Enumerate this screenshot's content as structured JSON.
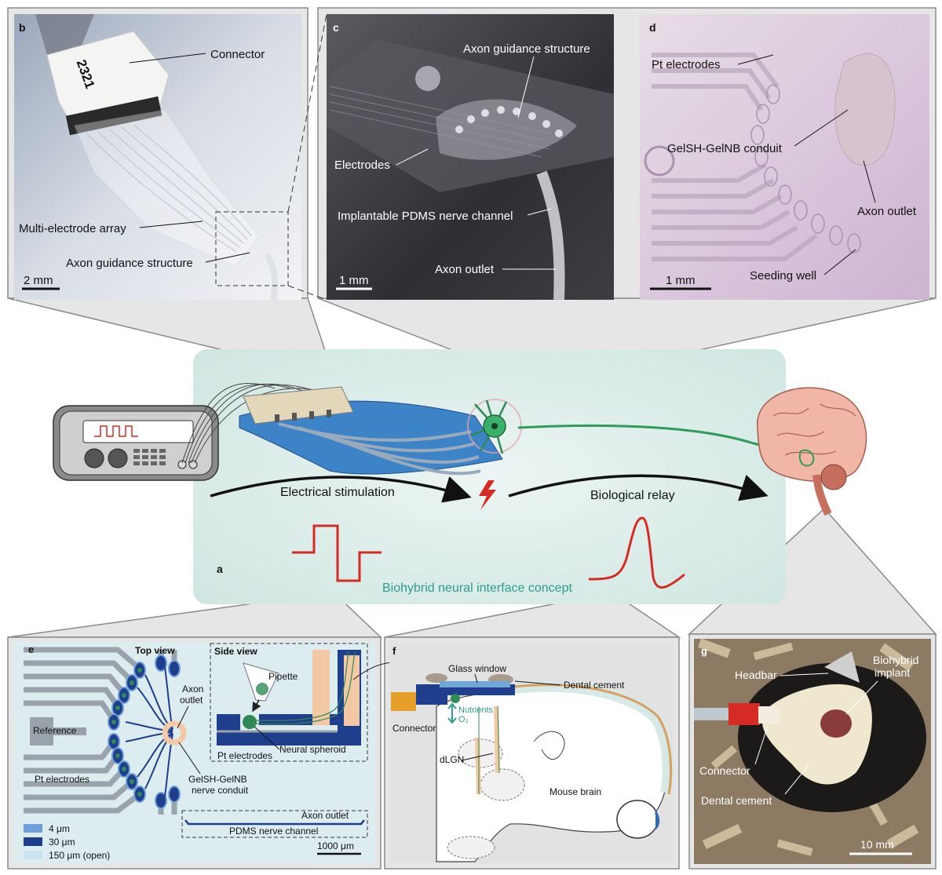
{
  "colors": {
    "panel_bg": "#e6e6e6",
    "panel_border": "#8a8a8a",
    "concept_bg": "#d9ece8",
    "teal": "#2f9c8e",
    "red": "#d62a24",
    "blue_light": "#6f9fd8",
    "blue_dark": "#1f3f8c",
    "blue_open": "#c7e3ef",
    "neuron_green": "#3bb06a",
    "axon_green": "#2f9c5a",
    "peach": "#f3c9a5"
  },
  "panel_a": {
    "letter": "a",
    "caption": "Biohybrid neural interface concept",
    "arrow_left_label": "Electrical stimulation",
    "arrow_right_label": "Biological relay"
  },
  "panel_b": {
    "letter": "b",
    "connector_number": "2321",
    "labels": {
      "connector": "Connector",
      "mea": "Multi-electrode array",
      "axon_guidance": "Axon guidance structure"
    },
    "scale": "2 mm"
  },
  "panel_c": {
    "letter": "c",
    "labels": {
      "axon_guidance": "Axon guidance structure",
      "electrodes": "Electrodes",
      "channel": "Implantable PDMS nerve channel",
      "axon_outlet": "Axon outlet"
    },
    "scale": "1 mm"
  },
  "panel_d": {
    "letter": "d",
    "labels": {
      "pt_electrodes": "Pt electrodes",
      "conduit": "GelSH-GelNB conduit",
      "axon_outlet": "Axon outlet",
      "seeding_well": "Seeding well"
    },
    "scale": "1 mm"
  },
  "panel_e": {
    "letter": "e",
    "top_view": "Top view",
    "side_view": "Side view",
    "labels": {
      "reference": "Reference",
      "pt_electrodes": "Pt electrodes",
      "axon_outlet_line1": "Axon",
      "axon_outlet_line2": "outlet",
      "conduit_line1": "GelSH-GelNB",
      "conduit_line2": "nerve conduit",
      "pipette": "Pipette",
      "neural_spheroid": "Neural spheroid",
      "side_pt_electrodes": "Pt electrodes",
      "channel_outlet": "Axon outlet",
      "channel": "PDMS nerve channel"
    },
    "legend": [
      {
        "label": "4 μm",
        "color": "#6f9fd8"
      },
      {
        "label": "30 μm",
        "color": "#1f3f8c"
      },
      {
        "label": "150 μm (open)",
        "color": "#c7e3ef"
      }
    ],
    "scale": "1000 μm"
  },
  "panel_f": {
    "letter": "f",
    "labels": {
      "glass_window": "Glass window",
      "dental_cement": "Dental cement",
      "connector": "Connector",
      "nutrients": "Nutrients",
      "o2": "O₂",
      "dlgn": "dLGN",
      "mouse_brain": "Mouse brain"
    }
  },
  "panel_g": {
    "letter": "g",
    "labels": {
      "headbar": "Headbar",
      "implant_line1": "Biohybrid",
      "implant_line2": "implant",
      "connector": "Connector",
      "dental_cement": "Dental cement"
    },
    "scale": "10 mm"
  }
}
